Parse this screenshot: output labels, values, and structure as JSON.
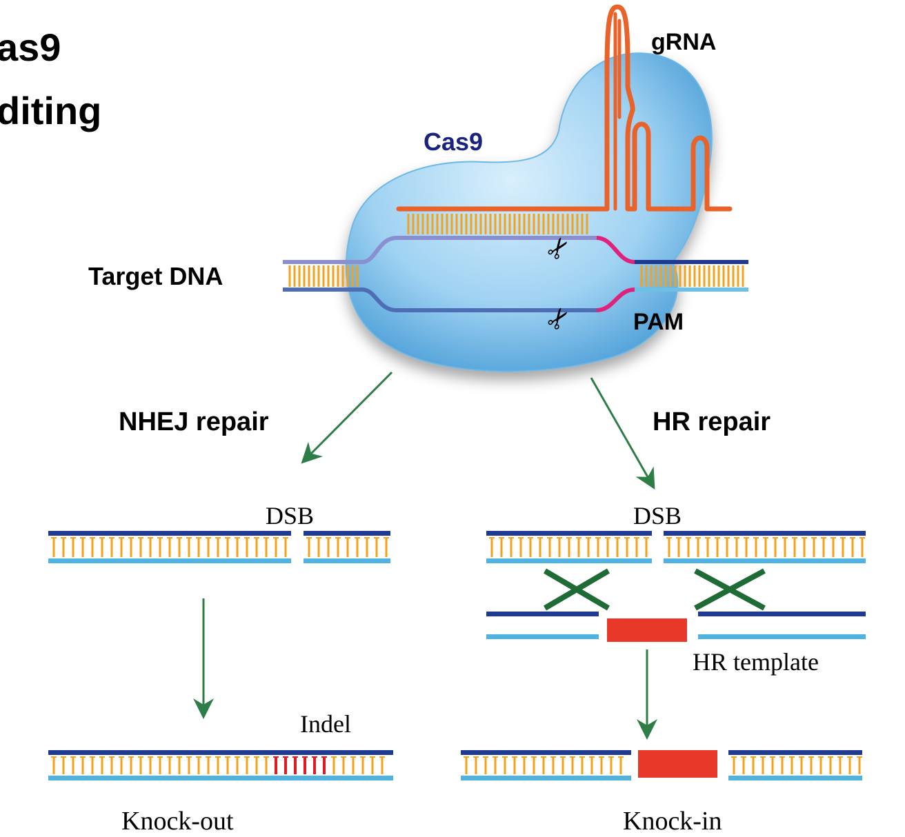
{
  "title": {
    "line1": "as9",
    "line2": "diting"
  },
  "labels": {
    "grna": "gRNA",
    "cas9": "Cas9",
    "target_dna": "Target DNA",
    "pam": "PAM",
    "nhej": "NHEJ repair",
    "hr": "HR repair",
    "dsb_left": "DSB",
    "dsb_right": "DSB",
    "hr_template": "HR template",
    "indel": "Indel",
    "knock_out": "Knock-out",
    "knock_in": "Knock-in"
  },
  "colors": {
    "protein": "#9fd2f2",
    "protein_edge": "#5aa8de",
    "grna": "#e8622a",
    "strand_dark": "#1f3a93",
    "strand_light": "#4fb3df",
    "rungs": "#f2a21c",
    "pam": "#e0237a",
    "arrow": "#2e7d46",
    "cross": "#1e6b35",
    "insert": "#e8382a",
    "indel_rungs": "#e01b24",
    "cas9_label": "#1a237e"
  }
}
